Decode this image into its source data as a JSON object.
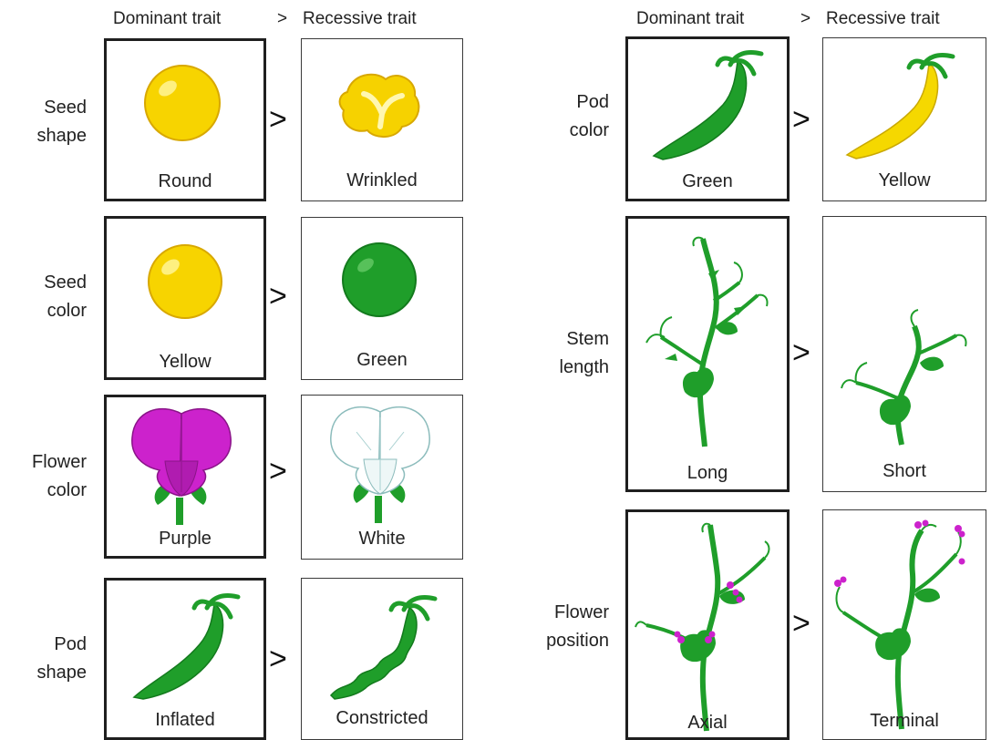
{
  "headers": {
    "left": {
      "dominant": "Dominant trait",
      "sep": ">",
      "recessive": "Recessive trait"
    },
    "right": {
      "dominant": "Dominant trait",
      "sep": ">",
      "recessive": "Recessive trait"
    }
  },
  "traits": {
    "seed_shape": {
      "label1": "Seed",
      "label2": "shape",
      "dominant": "Round",
      "recessive": "Wrinkled"
    },
    "seed_color": {
      "label1": "Seed",
      "label2": "color",
      "dominant": "Yellow",
      "recessive": "Green"
    },
    "flower_color": {
      "label1": "Flower",
      "label2": "color",
      "dominant": "Purple",
      "recessive": "White"
    },
    "pod_shape": {
      "label1": "Pod",
      "label2": "shape",
      "dominant": "Inflated",
      "recessive": "Constricted"
    },
    "pod_color": {
      "label1": "Pod",
      "label2": "color",
      "dominant": "Green",
      "recessive": "Yellow"
    },
    "stem_length": {
      "label1": "Stem",
      "label2": "length",
      "dominant": "Long",
      "recessive": "Short"
    },
    "flower_position": {
      "label1": "Flower",
      "label2": "position",
      "dominant": "Axial",
      "recessive": "Terminal"
    }
  },
  "comparator": ">",
  "colors": {
    "yellow": "#f5d000",
    "green": "#1f9e2a",
    "purple": "#cc33cc",
    "white_flower_outline": "#9cc9c9"
  }
}
